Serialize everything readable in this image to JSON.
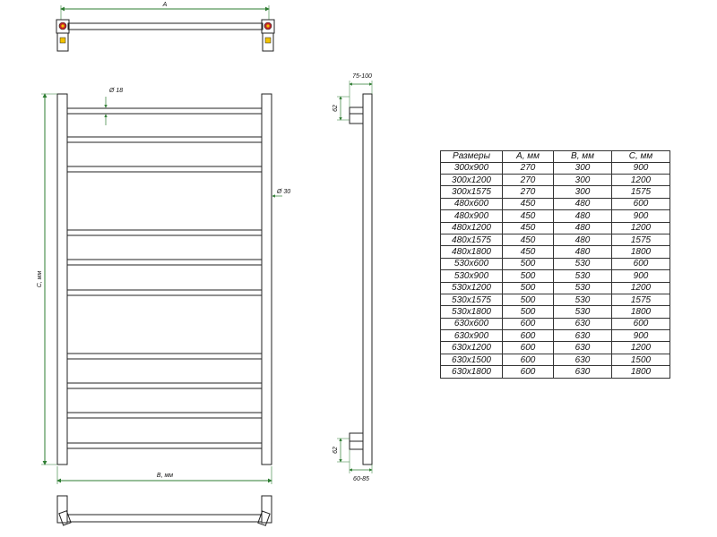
{
  "colors": {
    "line": "#222222",
    "dimension": "#2e7d32",
    "bracket_red": "#c62828",
    "bracket_yellow": "#f2c200"
  },
  "dimensions": {
    "top_width": "A",
    "tube_diameter": "Ø 18",
    "rail_profile": "Ø 30",
    "height": "C, мм",
    "bottom_width": "B, мм",
    "wall_offset": "75-100",
    "top_bracket": "62",
    "bottom_bracket": "62",
    "depth": "60-85"
  },
  "table": {
    "headers": [
      "Размеры",
      "A, мм",
      "B, мм",
      "C, мм"
    ],
    "rows": [
      [
        "300x900",
        "270",
        "300",
        "900"
      ],
      [
        "300x1200",
        "270",
        "300",
        "1200"
      ],
      [
        "300x1575",
        "270",
        "300",
        "1575"
      ],
      [
        "480x600",
        "450",
        "480",
        "600"
      ],
      [
        "480x900",
        "450",
        "480",
        "900"
      ],
      [
        "480x1200",
        "450",
        "480",
        "1200"
      ],
      [
        "480x1575",
        "450",
        "480",
        "1575"
      ],
      [
        "480x1800",
        "450",
        "480",
        "1800"
      ],
      [
        "530x600",
        "500",
        "530",
        "600"
      ],
      [
        "530x900",
        "500",
        "530",
        "900"
      ],
      [
        "530x1200",
        "500",
        "530",
        "1200"
      ],
      [
        "530x1575",
        "500",
        "530",
        "1575"
      ],
      [
        "530x1800",
        "500",
        "530",
        "1800"
      ],
      [
        "630x600",
        "600",
        "630",
        "600"
      ],
      [
        "630x900",
        "600",
        "630",
        "900"
      ],
      [
        "630x1200",
        "600",
        "630",
        "1200"
      ],
      [
        "630x1500",
        "600",
        "630",
        "1500"
      ],
      [
        "630x1800",
        "600",
        "630",
        "1800"
      ]
    ]
  }
}
